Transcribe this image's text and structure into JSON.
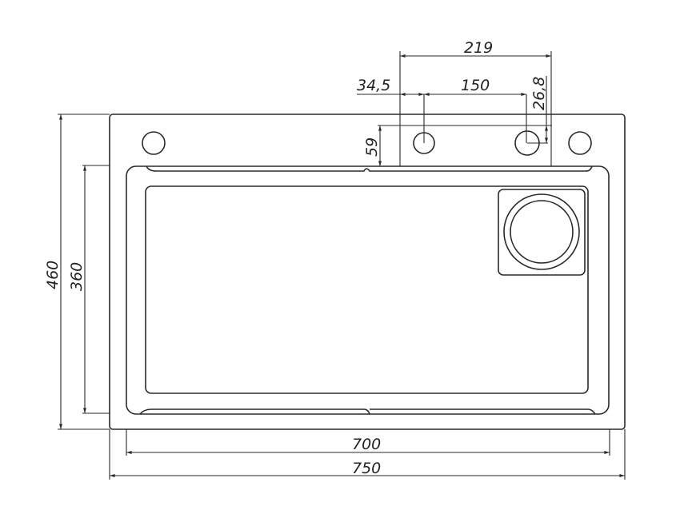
{
  "diagram": {
    "type": "kitchen-sink-technical-drawing",
    "units": "mm",
    "dimensions": {
      "overall_width": "750",
      "bowl_outer_width": "700",
      "overall_depth": "460",
      "bowl_depth": "360",
      "tap_holes_span": "219",
      "tap_hole_offset": "34,5",
      "tap_hole_spacing": "150",
      "hole_to_edge": "26,8",
      "hole_row_offset": "59"
    },
    "features": {
      "tap_holes": 4,
      "drain": "round drain in square recess (top-right of bowl)"
    },
    "colors": {
      "line": "#2a2a2a",
      "background": "#ffffff"
    }
  }
}
